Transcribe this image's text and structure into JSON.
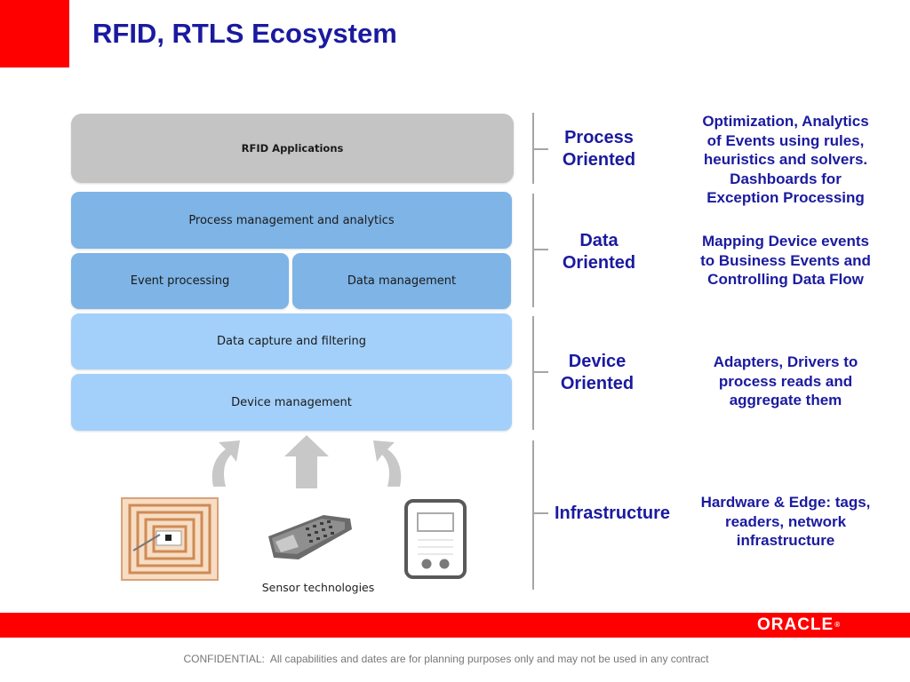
{
  "slide": {
    "title": "RFID, RTLS Ecosystem",
    "footer_note": "CONFIDENTIAL:  All capabilities and dates are for planning purposes only and may not be used in any contract",
    "logo_text": "ORACLE",
    "accent_color": "#ff0000",
    "heading_color": "#1a1aa0"
  },
  "stack": {
    "applications": "RFID Applications",
    "process_analytics": "Process management and analytics",
    "event_processing": "Event processing",
    "data_management": "Data management",
    "data_capture": "Data capture and filtering",
    "device_management": "Device management",
    "sensor_caption": "Sensor technologies",
    "layer_colors": {
      "applications": "#c4c4c4",
      "mid": "#7eb4e6",
      "low": "#a3d0fb"
    }
  },
  "sensors": {
    "icons": [
      "rfid-tag-icon",
      "handheld-reader-icon",
      "mobile-device-icon"
    ],
    "arrows": [
      "curved-arrow-left-icon",
      "up-arrow-icon",
      "curved-arrow-right-icon"
    ]
  },
  "tiers": [
    {
      "category_lines": [
        "Process",
        "Oriented"
      ],
      "description_lines": [
        "Optimization, Analytics",
        "of Events using rules,",
        "heuristics and solvers.",
        "Dashboards for",
        "Exception Processing"
      ]
    },
    {
      "category_lines": [
        "Data",
        "Oriented"
      ],
      "description_lines": [
        "Mapping Device events",
        "to Business Events and",
        "Controlling Data Flow"
      ]
    },
    {
      "category_lines": [
        "Device",
        "Oriented"
      ],
      "description_lines": [
        "Adapters, Drivers to",
        "process reads and",
        "aggregate them"
      ]
    },
    {
      "category_lines": [
        "Infrastructure"
      ],
      "description_lines": [
        "Hardware & Edge: tags,",
        "readers, network",
        "infrastructure"
      ]
    }
  ]
}
